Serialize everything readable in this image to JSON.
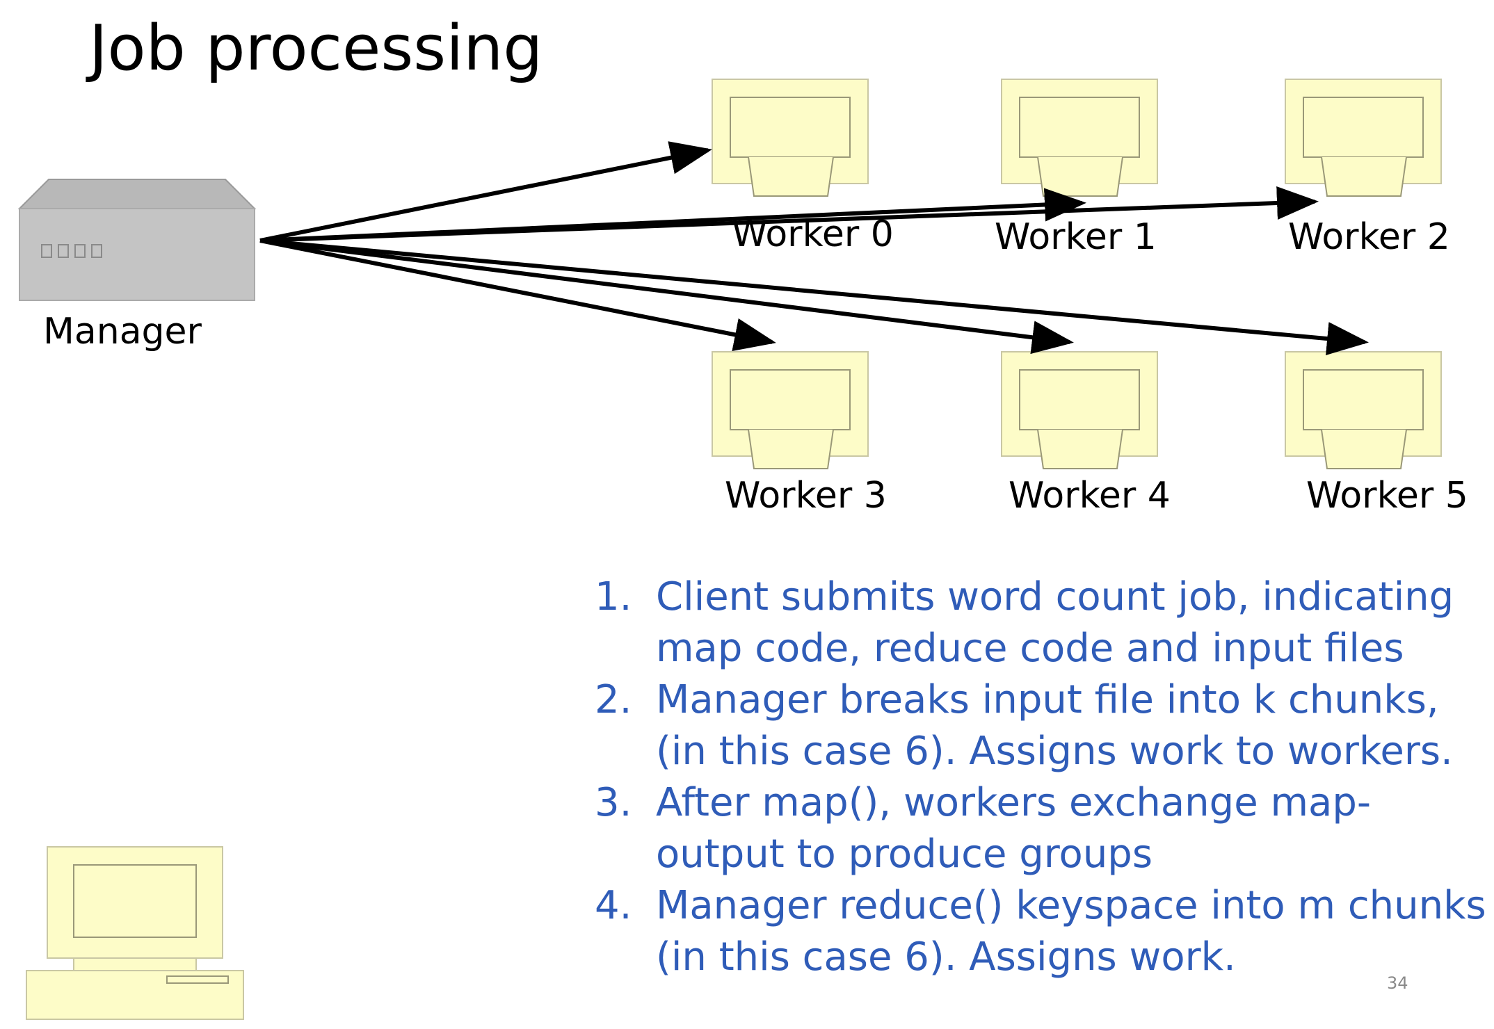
{
  "title": "Job processing",
  "manager": {
    "label": "Manager"
  },
  "workers": [
    {
      "label": "Worker 0"
    },
    {
      "label": "Worker 1"
    },
    {
      "label": "Worker 2"
    },
    {
      "label": "Worker 3"
    },
    {
      "label": "Worker 4"
    },
    {
      "label": "Worker 5"
    }
  ],
  "steps": [
    {
      "number": "1.",
      "text": "Client submits word count job, indicating map code, reduce code and input files"
    },
    {
      "number": "2.",
      "text": "Manager breaks input file into k chunks, (in this case 6).  Assigns work to workers."
    },
    {
      "number": "3.",
      "text": "After map(), workers exchange map-output to produce groups"
    },
    {
      "number": "4.",
      "text": "Manager reduce() keyspace into m chunks (in this case 6). Assigns work."
    }
  ],
  "page_number": "34",
  "colors": {
    "steps_text": "#2f5cb8",
    "computer_fill": "#fdfcc8",
    "computer_stroke": "#c9c7a4",
    "manager_fill": "#c4c4c4"
  }
}
